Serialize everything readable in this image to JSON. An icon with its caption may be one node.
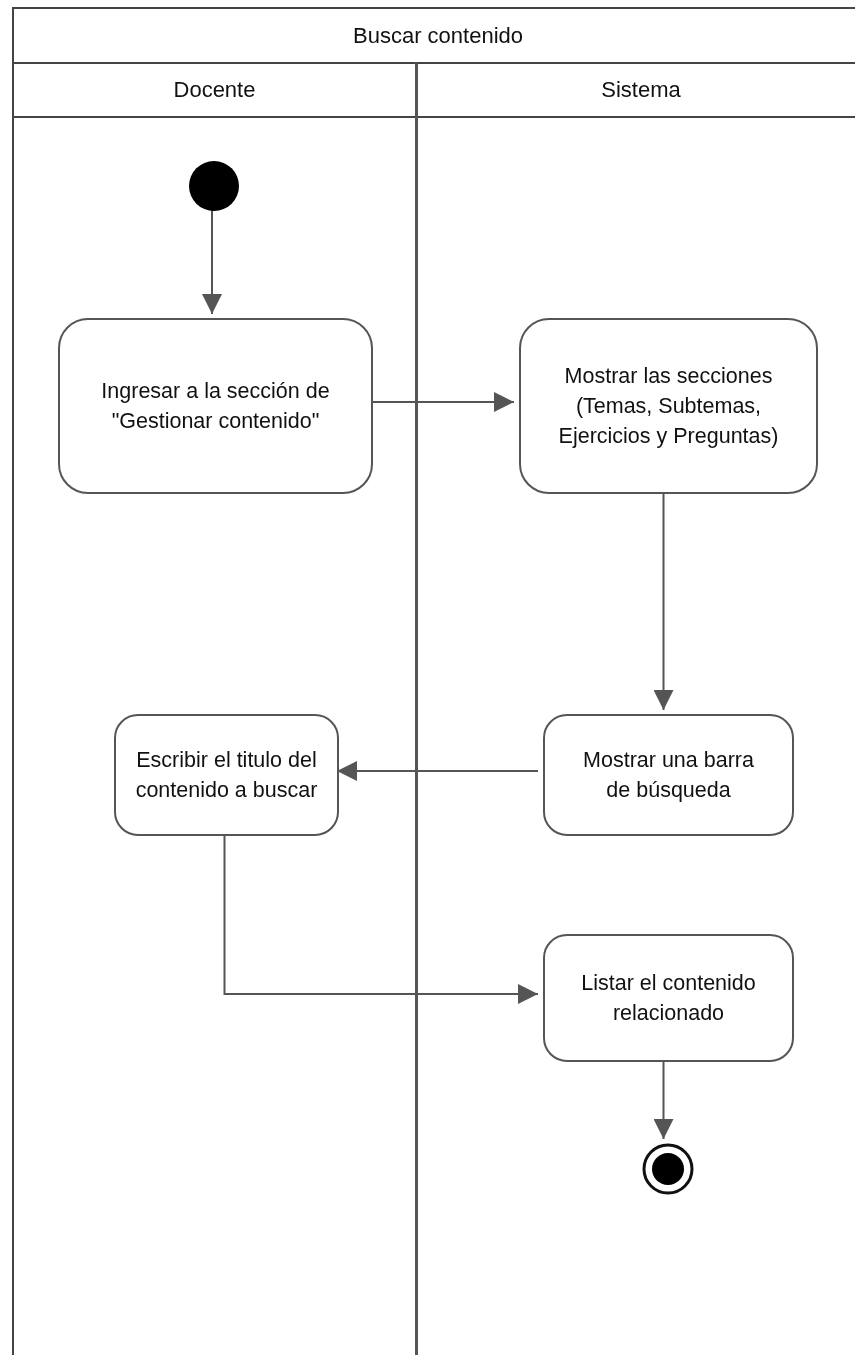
{
  "diagram": {
    "nodes": [
      {
        "text": [
          "Buscar contenido"
        ]
      },
      {
        "text": [
          "Docente"
        ],
        "in": 0
      },
      {
        "text": [
          "Sistema"
        ],
        "in": 0
      },
      {
        "text": [],
        "shape": "circle",
        "in": 1
      },
      {
        "text": [
          "Ingresar a la sección de \"Gestionar contenido\""
        ],
        "in": 1
      },
      {
        "text": [
          "Mostrar las secciones (Temas, Subtemas, Ejercicios y Preguntas)"
        ],
        "in": 2
      },
      {
        "text": [
          "Mostrar una barra de búsqueda"
        ],
        "in": 2
      },
      {
        "text": [
          "Escribir el titulo del contenido a buscar"
        ],
        "in": 1
      },
      {
        "text": [
          "Listar el contenido relacionado"
        ],
        "in": 2
      },
      {
        "text": [],
        "shape": "circle",
        "in": 2
      }
    ],
    "edges": [
      {
        "from": 3,
        "to": 4,
        "arrow": "to"
      },
      {
        "from": 4,
        "to": 5,
        "arrow": "to"
      },
      {
        "from": 5,
        "to": 6,
        "arrow": "to"
      },
      {
        "from": 6,
        "to": 7,
        "arrow": "to"
      },
      {
        "from": 7,
        "to": 8,
        "arrow": "to"
      },
      {
        "from": 8,
        "to": 9,
        "arrow": "to"
      }
    ]
  }
}
